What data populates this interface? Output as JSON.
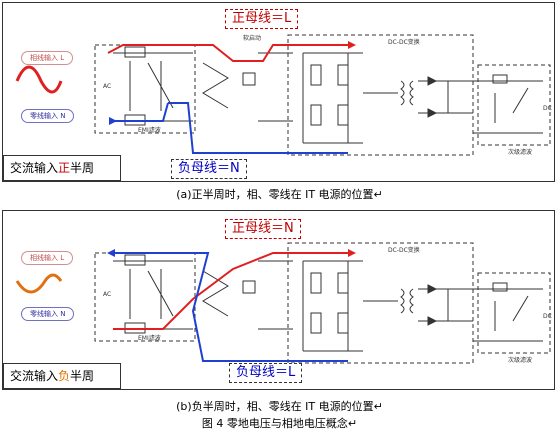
{
  "panel_a": {
    "pos_bus_label": "正母线＝L",
    "neg_bus_label": "负母线＝N",
    "line_input_label": "相线输入 L",
    "neutral_input_label": "零线输入 N",
    "ac_half_prefix": "交流输入",
    "ac_half_highlight": "正",
    "ac_half_suffix": "半周",
    "caption": "(a)正半周时，相、零线在 IT 电源的位置↵"
  },
  "panel_b": {
    "pos_bus_label": "正母线＝N",
    "neg_bus_label": "负母线＝L",
    "line_input_label": "相线输入 L",
    "neutral_input_label": "零线输入 N",
    "ac_half_prefix": "交流输入",
    "ac_half_highlight": "负",
    "ac_half_suffix": "半周",
    "caption": "(b)负半周时，相、零线在 IT 电源的位置↵"
  },
  "figure_caption": "图 4  零地电压与相地电压概念↵",
  "schematic_labels": {
    "ac": "AC",
    "emi": "EMI滤波",
    "dcdc": "DC-DC变换",
    "output_filter": "次级滤波",
    "dc": "DC",
    "softstart": "软启动"
  },
  "colors": {
    "positive_path": "#e02020",
    "negative_path": "#2040d0",
    "positive_half_wave": "#e02020",
    "negative_half_wave": "#e07010",
    "schematic": "#333333"
  }
}
